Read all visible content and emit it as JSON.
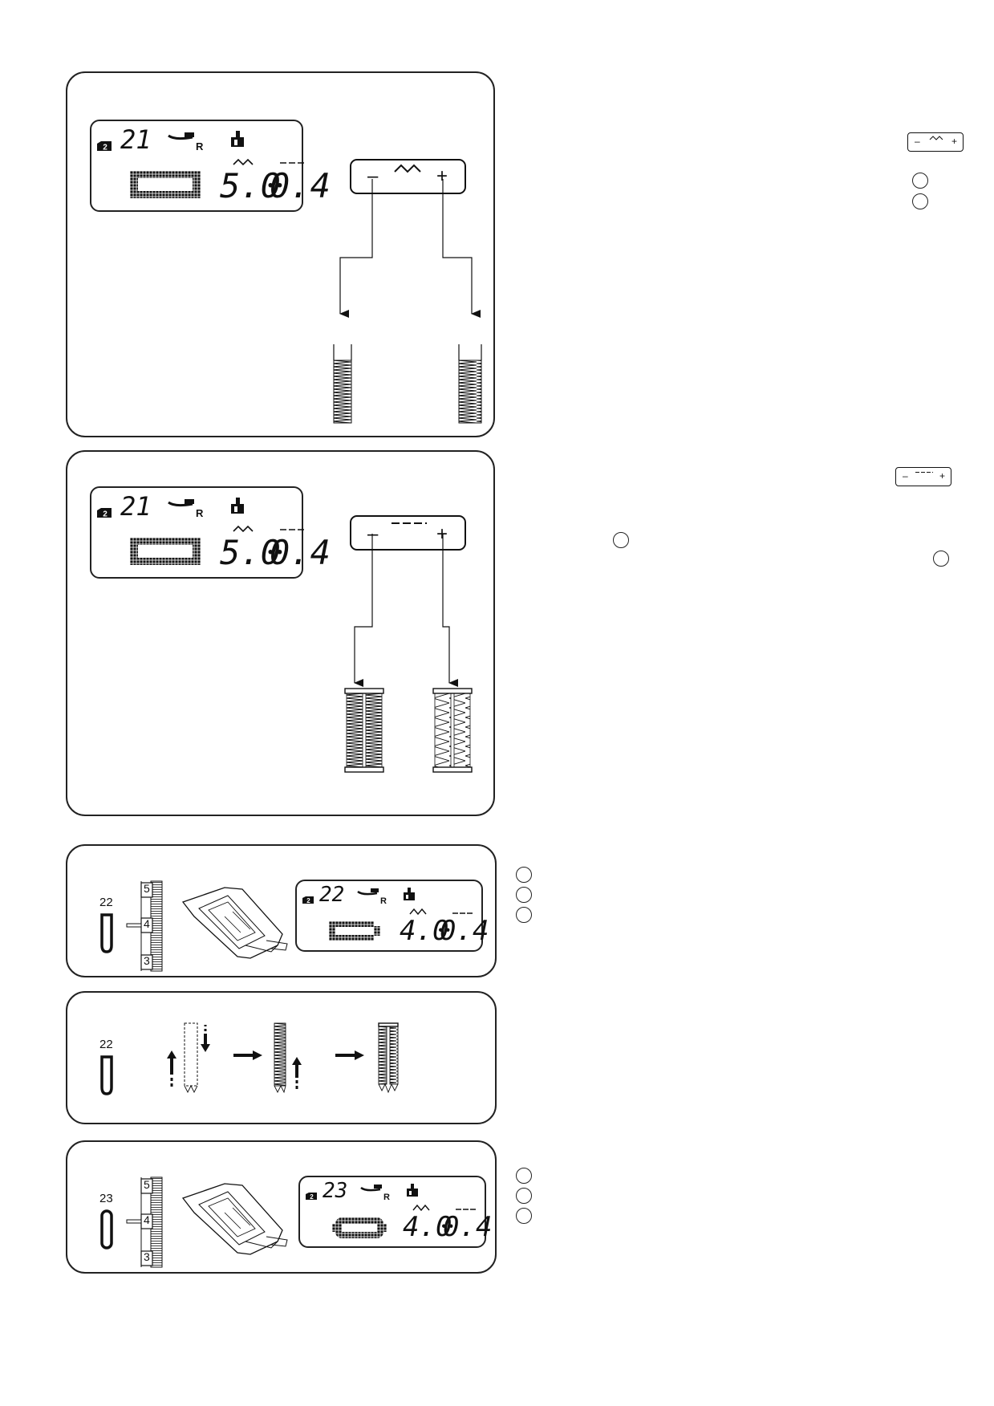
{
  "panel1": {
    "display": {
      "pattern_no": "21",
      "width": "5.0",
      "length": "0.4"
    },
    "control": {
      "minus": "–",
      "plus": "+"
    }
  },
  "panel2": {
    "display": {
      "pattern_no": "21",
      "width": "5.0",
      "length": "0.4"
    },
    "control": {
      "minus": "–",
      "plus": "+"
    }
  },
  "panel3": {
    "pattern_label": "22",
    "scale": [
      "5",
      "4",
      "3"
    ],
    "display": {
      "pattern_no": "22",
      "width": "4.0",
      "length": "0.4"
    }
  },
  "panel4": {
    "pattern_label": "22"
  },
  "panel5": {
    "pattern_label": "23",
    "scale": [
      "5",
      "4",
      "3"
    ],
    "display": {
      "pattern_no": "23",
      "width": "4.0",
      "length": "0.4"
    }
  },
  "side": {
    "width_key": {
      "minus": "–",
      "plus": "+"
    },
    "length_key": {
      "minus": "–",
      "plus": "+"
    }
  }
}
